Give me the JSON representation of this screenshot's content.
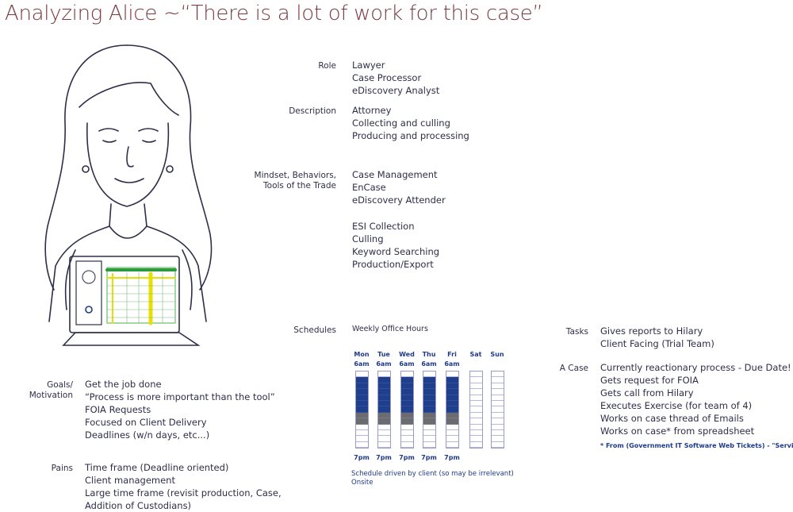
{
  "title": "Analyzing Alice   ~“There is a lot of work for this case”",
  "colors": {
    "title": "#7b3a40",
    "text": "#2e2e48",
    "schedule_blue": "#1f3f8c",
    "schedule_gray": "#6b6b70"
  },
  "sections": {
    "role": {
      "label": "Role",
      "items": [
        "Lawyer",
        "Case Processor",
        "eDiscovery Analyst"
      ]
    },
    "description": {
      "label": "Description",
      "items": [
        "Attorney",
        "Collecting and culling",
        "Producing and processing"
      ]
    },
    "mindset": {
      "label_line1": "Mindset, Behaviors,",
      "label_line2": "Tools of the Trade",
      "items": [
        "Case Management",
        "EnCase",
        "eDiscovery Attender"
      ],
      "items2": [
        "ESI Collection",
        "Culling",
        "Keyword Searching",
        "Production/Export"
      ]
    },
    "goals": {
      "label_line1": "Goals/",
      "label_line2": "Motivation",
      "items": [
        "Get the job done",
        "“Process is more important than the tool”",
        "FOIA Requests",
        "Focused on Client Delivery",
        "Deadlines  (w/n days, etc...)"
      ]
    },
    "pains": {
      "label": "Pains",
      "items": [
        "Time frame (Deadline oriented)",
        "Client management",
        "Large time frame (revisit production, Case,",
        "Addition of Custodians)"
      ]
    },
    "tasks": {
      "label": "Tasks",
      "items": [
        "Gives reports to Hilary",
        "Client Facing (Trial Team)"
      ]
    },
    "a_case": {
      "label": "A Case",
      "items": [
        "Currently reactionary process - Due Date!",
        "Gets request for FOIA",
        "Gets call from Hilary",
        "Executes Exercise (for team of 4)",
        "Works on case thread of Emails",
        "Works on case* from spreadsheet"
      ],
      "footnote": "* From (Government IT Software Web Tickets) - \"Service Now\""
    }
  },
  "schedules": {
    "label": "Schedules",
    "heading": "Weekly Office Hours",
    "days": [
      {
        "name": "Mon",
        "start": "6am",
        "end": "7pm",
        "cells": "wbbbbbbggwwww"
      },
      {
        "name": "Tue",
        "start": "6am",
        "end": "7pm",
        "cells": "wbbbbbbggwwww"
      },
      {
        "name": "Wed",
        "start": "6am",
        "end": "7pm",
        "cells": "wbbbbbbggwwww"
      },
      {
        "name": "Thu",
        "start": "6am",
        "end": "7pm",
        "cells": "wbbbbbbggwwww"
      },
      {
        "name": "Fri",
        "start": "6am",
        "end": "7pm",
        "cells": "wbbbbbbggwwww"
      },
      {
        "name": "Sat",
        "start": "",
        "end": "",
        "cells": "wwwwwwwwwwwww"
      },
      {
        "name": "Sun",
        "start": "",
        "end": "",
        "cells": "wwwwwwwwwwwww"
      }
    ],
    "note_line1": "Schedule driven by client (so may be irrelevant)",
    "note_line2": "Onsite"
  }
}
